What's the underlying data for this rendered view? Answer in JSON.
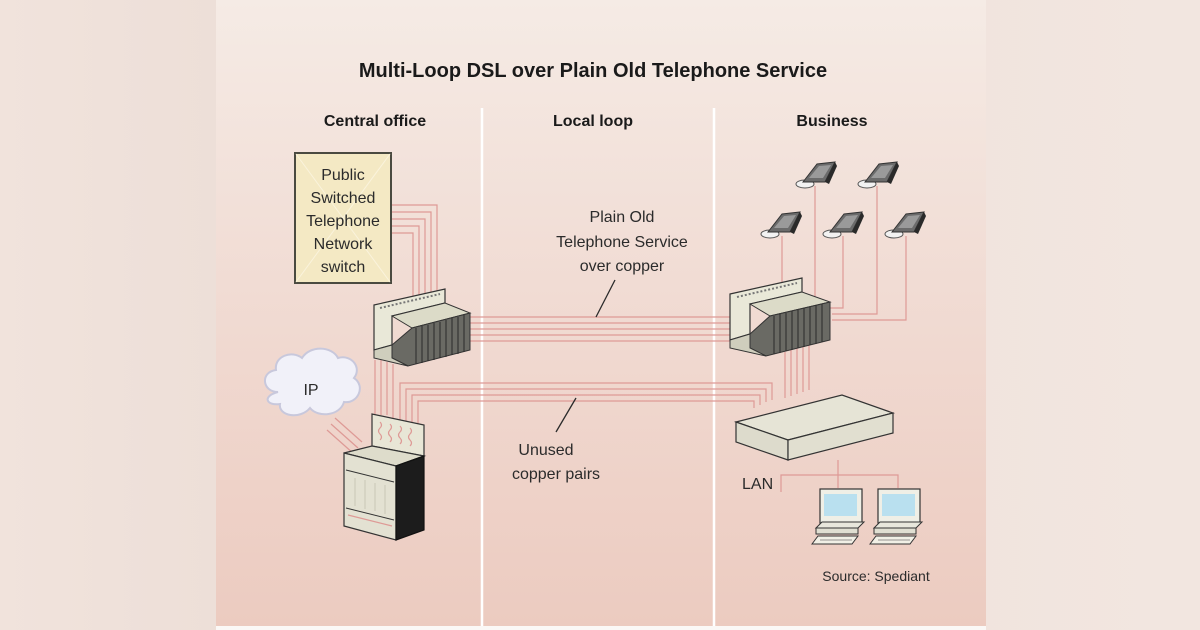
{
  "diagram": {
    "title": "Multi-Loop DSL over Plain Old Telephone Service",
    "sections": [
      {
        "label": "Central office"
      },
      {
        "label": "Local loop"
      },
      {
        "label": "Business"
      }
    ],
    "pstn_switch": {
      "lines": [
        "Public",
        "Switched",
        "Telephone",
        "Network",
        "switch"
      ]
    },
    "ip_cloud": {
      "label": "IP"
    },
    "annotations": {
      "pots": [
        "Plain Old",
        "Telephone Service",
        "over copper"
      ],
      "unused": [
        "Unused",
        "copper pairs"
      ],
      "lan": "LAN"
    },
    "source": "Source: Spediant",
    "colors": {
      "wire": "#de9a96",
      "switch_fill": "#f4e9c4",
      "screen": "#b9e0ef",
      "equipment": "#e3e1d2"
    },
    "nodes": [
      "PSTN switch",
      "CO distribution frame",
      "DSLAM",
      "IP cloud",
      "Business distribution frame",
      "DSL modem",
      "Telephone x5",
      "PC x2"
    ]
  }
}
